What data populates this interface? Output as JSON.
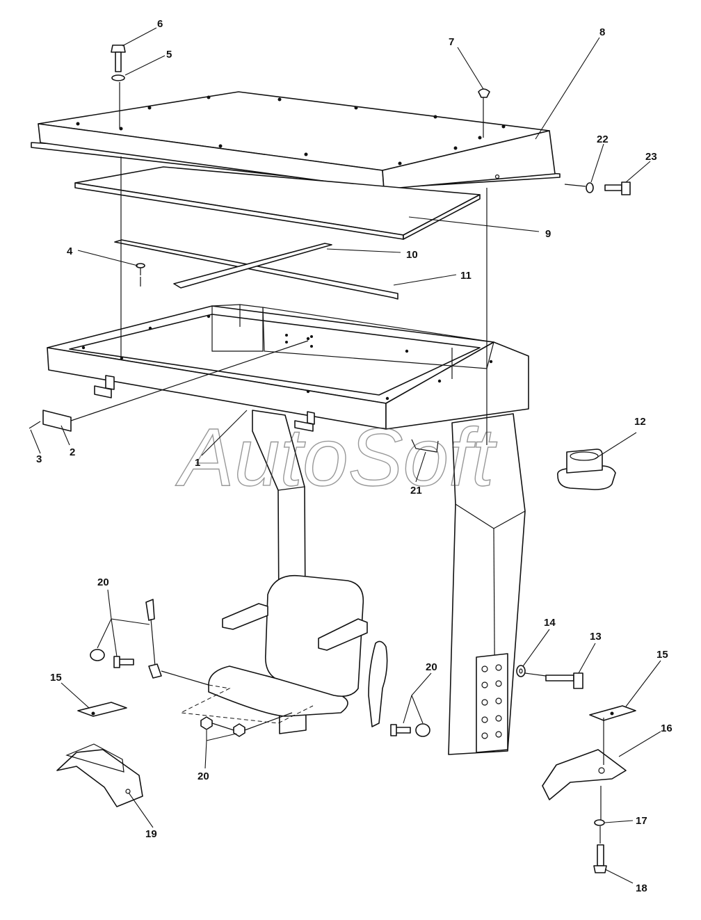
{
  "watermark": "AutoSoft",
  "callouts": {
    "c1": "1",
    "c2": "2",
    "c3": "3",
    "c4": "4",
    "c5": "5",
    "c6": "6",
    "c7": "7",
    "c8": "8",
    "c9": "9",
    "c10": "10",
    "c11": "11",
    "c12": "12",
    "c13": "13",
    "c14": "14",
    "c15a": "15",
    "c15b": "15",
    "c16": "16",
    "c17": "17",
    "c18": "18",
    "c19": "19",
    "c20a": "20",
    "c20b": "20",
    "c20c": "20",
    "c21": "21",
    "c22": "22",
    "c23": "23"
  }
}
